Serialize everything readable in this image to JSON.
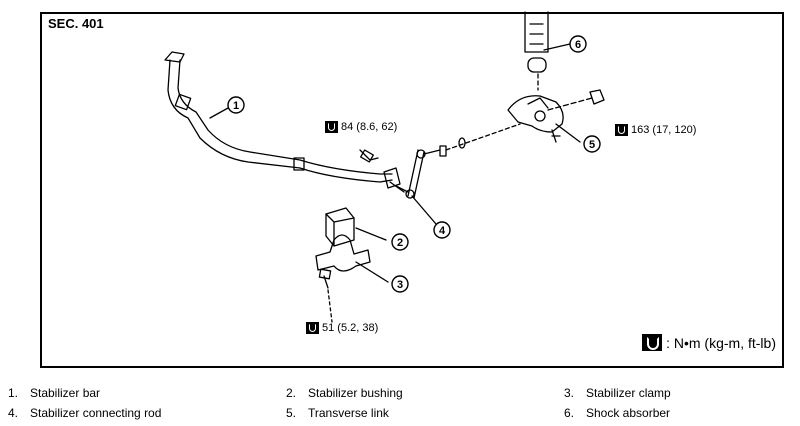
{
  "section_label": "SEC. 401",
  "torque_specs": {
    "t84": "84 (8.6, 62)",
    "t163": "163 (17, 120)",
    "t51": "51 (5.2, 38)"
  },
  "unit_note": ": N•m (kg-m, ft-lb)",
  "callouts": [
    "1",
    "2",
    "3",
    "4",
    "5",
    "6"
  ],
  "legend": [
    {
      "num": "1.",
      "label": "Stabilizer bar"
    },
    {
      "num": "2.",
      "label": "Stabilizer bushing"
    },
    {
      "num": "3.",
      "label": "Stabilizer clamp"
    },
    {
      "num": "4.",
      "label": "Stabilizer connecting rod"
    },
    {
      "num": "5.",
      "label": "Transverse link"
    },
    {
      "num": "6.",
      "label": "Shock absorber"
    }
  ]
}
